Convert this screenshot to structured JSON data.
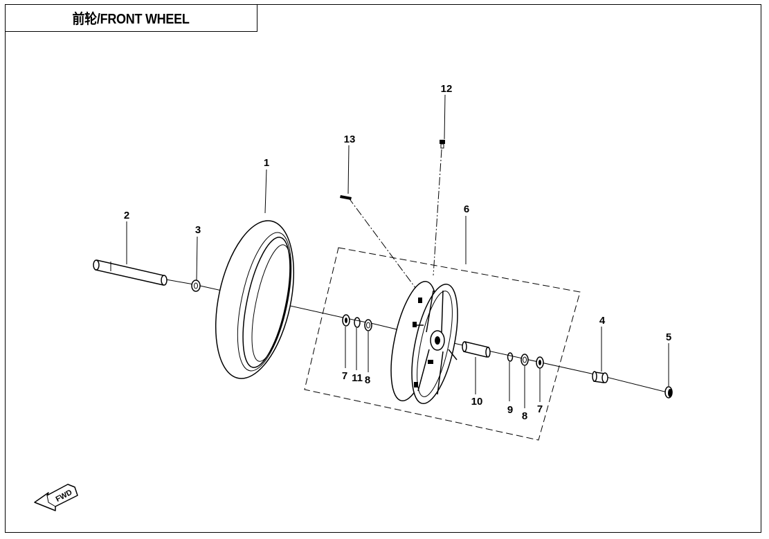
{
  "title": "前轮/FRONT WHEEL",
  "fwd_label": "FWD",
  "callouts": [
    {
      "id": "1",
      "label": "1"
    },
    {
      "id": "2",
      "label": "2"
    },
    {
      "id": "3",
      "label": "3"
    },
    {
      "id": "4",
      "label": "4"
    },
    {
      "id": "5",
      "label": "5"
    },
    {
      "id": "6",
      "label": "6"
    },
    {
      "id": "7a",
      "label": "7"
    },
    {
      "id": "11",
      "label": "11"
    },
    {
      "id": "8a",
      "label": "8"
    },
    {
      "id": "10",
      "label": "10"
    },
    {
      "id": "9",
      "label": "9"
    },
    {
      "id": "8b",
      "label": "8"
    },
    {
      "id": "7b",
      "label": "7"
    },
    {
      "id": "12",
      "label": "12"
    },
    {
      "id": "13",
      "label": "13"
    }
  ]
}
